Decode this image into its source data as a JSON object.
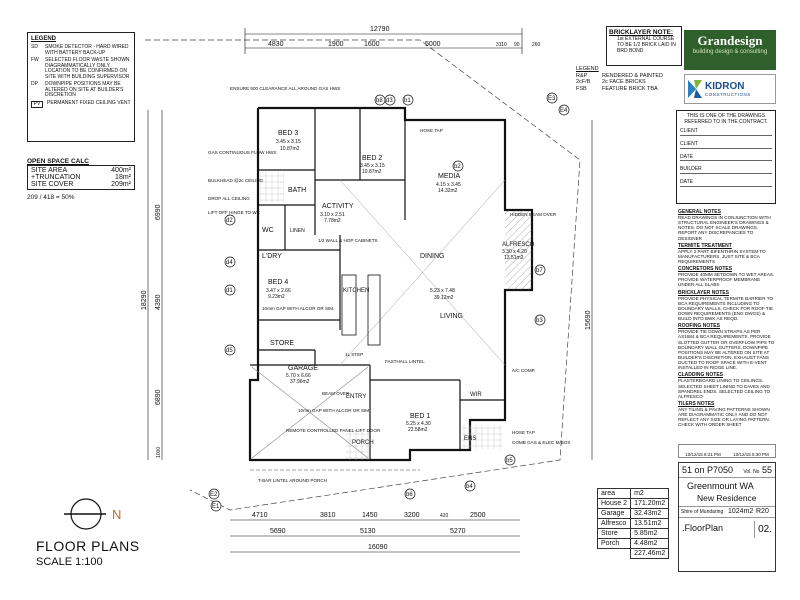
{
  "legend": {
    "title": "LEGEND",
    "items": [
      {
        "symbol": "SD",
        "text": "SMOKE DETECTOR - HARD WIRED WITH BATTERY BACK-UP"
      },
      {
        "symbol": "FW",
        "text": "SELECTED FLOOR WASTE SHOWN DIAGRAMMATICALLY ONLY. LOCATION TO BE CONFIRMED ON SITE WITH BUILDING SUPERVISOR"
      },
      {
        "symbol": "DP",
        "text": "DOWNPIPE POSITIONS MAY BE ALTERED ON SITE AT BUILDER'S DISCRETION"
      },
      {
        "symbol": "PV",
        "text": "PERMANENT FIXED CEILING VENT"
      }
    ]
  },
  "open_space": {
    "title": "OPEN SPACE CALC",
    "rows": [
      {
        "label": "SITE AREA",
        "value": "400m²"
      },
      {
        "label": "+TRUNCATION",
        "value": "18m²"
      },
      {
        "label": "SITE COVER",
        "value": "209m²"
      }
    ],
    "ratio": "209 / 418 = 50%"
  },
  "bricklayer": {
    "title": "BRICKLAYER NOTE:",
    "text": "1st EXTERNAL COURSE TO BE 1/2 BRICK LAID IN BRD BOND"
  },
  "materials_legend": {
    "title": "LEGEND",
    "items": [
      {
        "code": "R&P",
        "text": "RENDERED & PAINTED"
      },
      {
        "code": "2cF/B",
        "text": "2c FACE BRICKS"
      },
      {
        "code": "FSB",
        "text": "FEATURE BRICK TBA"
      }
    ]
  },
  "brand": {
    "grandesign_name": "Grandesign",
    "grandesign_tagline": "building design & consulting",
    "kidron_name": "KIDRON",
    "kidron_sub": "CONSTRUCTIONS"
  },
  "contract_box": {
    "heading": "THIS IS ONE OF THE DRAWINGS REFERRED TO IN THE CONTRACT.",
    "fields": [
      "CLIENT",
      "CLIENT",
      "DATE",
      "BUILDER",
      "DATE"
    ]
  },
  "notes": [
    {
      "head": "GENERAL NOTES",
      "body": "READ DRAWINGS IN CONJUNCTION WITH STRUCTURAL ENGINEER'S DRAWINGS & NOTES. DO NOT SCALE DRAWINGS. REPORT ANY DISCREPANCIES TO DESIGNER"
    },
    {
      "head": "TERMITE TREATMENT",
      "body": "APPLY 2 PART BIFENTHRIN SYSTEM TO MANUFACTURERS, JUST SITE & BCA REQUIREMENTS"
    },
    {
      "head": "CONCRETORS NOTES",
      "body": "PROVIDE 40mm SETDOWN TO WET AREAS. PROVIDE WATERPROOF MEMBRANE UNDER ALL SLABS"
    },
    {
      "head": "BRICKLAYER NOTES",
      "body": "PROVIDE PHYSICAL TERMITE BARRIER TO BCA REQUIREMENTS INCLUDING TO BOUNDARY WALLS. CHECK FOR ROOF TIE DOWN REQUIREMENTS (ENG DWGS) & BUILD INTO BWK AS REQD."
    },
    {
      "head": "ROOFING NOTES",
      "body": "PROVIDE TIE DOWN STRAPS AS PER AS1684 & BCA REQUIREMENTS. PROVIDE SLOTTED GUTTER OR OVERFLOW PIPS TO BOUNDARY WALL GUTTERS. DOWNPIPE POSITIONS MAY BE ALTERED ON SITE AT BUILDER'S DISCRETION. EXHAUST FANS DUCTED TO ROOF SPACE WITH E-VENT INSTALLED IN RIDGE LINE."
    },
    {
      "head": "CLADDING NOTES",
      "body": "PLASTERBOARD LINING TO CEILINGS. SELECTED SHEET LINING TO EAVES AND SPANDREL ENDS. SELECTED CEILING TO ALFRESCO"
    },
    {
      "head": "TILERS NOTES",
      "body": "ANY TILING & PAVING PATTERNS SHOWN ARE DIAGRAMMATIC ONLY AND DO NOT REFLECT ANY SIZE OR LAYING PATTERN. CHECK WITH ORDER SHEET"
    }
  ],
  "revision": {
    "date1": "10/12/15 8:21 PM",
    "date2": "10/12/15 5:30 PM"
  },
  "title_block": {
    "lot": "51 on P7050",
    "vol_label": "Vol. No",
    "vol": "55",
    "suburb": "Greenmount  WA",
    "project": "New Residence",
    "shire": "Shire of Mundaring",
    "lot_area": "1024m2",
    "zone": "R20",
    "sheet_title": ".FloorPlan",
    "sheet_no": "02."
  },
  "areas": {
    "header": [
      "area",
      "m2"
    ],
    "rows": [
      [
        "House 2",
        "171.20m2"
      ],
      [
        "Garage",
        "32.43m2"
      ],
      [
        "Alfresco",
        "13.51m2"
      ],
      [
        "Store",
        "5.85m2"
      ],
      [
        "Porch",
        "4.48m2"
      ]
    ],
    "total": "227.46m2"
  },
  "floor_title": "FLOOR PLANS",
  "scale": "SCALE  1:100",
  "north": "N",
  "dims_top": {
    "overall": "12790",
    "parts": [
      "4830",
      "1900",
      "1600",
      "5000",
      "3110",
      "90",
      "260"
    ]
  },
  "dims_bottom": {
    "row1": [
      "4710",
      "3810",
      "1450",
      "3200",
      "420",
      "2500"
    ],
    "row2": [
      "5690",
      "5130",
      "5270"
    ],
    "overall": "16090"
  },
  "dims_left": {
    "overall": "18290",
    "parts": [
      "6990",
      "4390",
      "6890",
      "1000"
    ]
  },
  "dims_right": {
    "overall": "15690"
  },
  "rooms": [
    {
      "name": "BED 3",
      "size": "3.45 x 3.15",
      "area": "10.87m2"
    },
    {
      "name": "BED 2",
      "size": "3.45 x 3.15",
      "area": "10.87m2"
    },
    {
      "name": "MEDIA",
      "size": "4.15 x 3.45",
      "area": "14.32m2"
    },
    {
      "name": "BATH",
      "size": "",
      "area": ""
    },
    {
      "name": "ACTIVITY",
      "size": "3.10 x 2.51",
      "area": "7.78m2"
    },
    {
      "name": "WC",
      "size": "",
      "area": ""
    },
    {
      "name": "L'DRY",
      "size": "",
      "area": ""
    },
    {
      "name": "LINEN",
      "size": "",
      "area": ""
    },
    {
      "name": "DINING",
      "size": "",
      "area": ""
    },
    {
      "name": "ALFRESCO",
      "size": "3.30 x 4.20",
      "area": "13.51m2"
    },
    {
      "name": "BED 4",
      "size": "3.47 x 2.66",
      "area": "9.23m2"
    },
    {
      "name": "KITCHEN",
      "size": "",
      "area": ""
    },
    {
      "name": "LIVING",
      "size": "5.23 x 7.48",
      "area": "39.12m2"
    },
    {
      "name": "STORE",
      "size": "",
      "area": ""
    },
    {
      "name": "GARAGE",
      "size": "5.70 x 6.66",
      "area": "37.96m2"
    },
    {
      "name": "ENTRY",
      "size": "",
      "area": ""
    },
    {
      "name": "BED 1",
      "size": "5.25 x 4.30",
      "area": "22.58m2"
    },
    {
      "name": "WIR",
      "size": "",
      "area": ""
    },
    {
      "name": "ENS",
      "size": "",
      "area": ""
    },
    {
      "name": "PORCH",
      "size": "",
      "area": ""
    }
  ],
  "plan_notes": {
    "ensure_clearance": "ENSURE 500 CLEARANCE ALL AROUND GAS HWS",
    "gas_hws": "GAS CONTINUOUS FLOW HWS",
    "bulkhead": "BULKHEAD @2c CEILING",
    "drop_ceiling": "DROP ALL CEILING",
    "lift_off": "LIFT OFF HINGE TO WC",
    "hose_tap_top": "HOSE TAP",
    "hidden_beam": "HIDDEN BEAM OVER",
    "half_wall": "1/2 WALL & HOP CABINETS",
    "gap_bed4": "10mm GAP WITH ALCOR OR SIM.",
    "step": "1L STEP",
    "fasthall": "FASTHALL LINTEL",
    "beam_over": "BEAM OVER",
    "gap_garage": "10mm GAP WITH ALCOR OR SIM.",
    "panel_lift": "REMOTE CONTROLLED PANEL-LIFT DOOR",
    "tbar": "T-BAR LINTEL AROUND PORCH",
    "hose_tap_bottom": "HOSE TAP",
    "comb_gas": "COMB GAS & ELEC M/BOX",
    "ac_comp": "A/C COMP."
  },
  "grid_markers": [
    "b1",
    "b2",
    "b3",
    "b4",
    "b5",
    "b6",
    "b7",
    "b8",
    "d1",
    "d2",
    "d3",
    "d4",
    "d5",
    "E1",
    "E2",
    "E3",
    "E4"
  ]
}
